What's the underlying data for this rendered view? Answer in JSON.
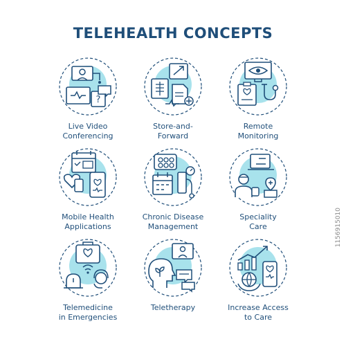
{
  "title": "TELEHEALTH CONCEPTS",
  "watermark_id": "1156915010",
  "colors": {
    "stroke": "#1f4e79",
    "fill": "#a8e2ec"
  },
  "items": [
    {
      "label": "Live Video\nConferencing",
      "icon": "live-video-conferencing-icon"
    },
    {
      "label": "Store-and-\nForward",
      "icon": "store-and-forward-icon"
    },
    {
      "label": "Remote\nMonitoring",
      "icon": "remote-monitoring-icon"
    },
    {
      "label": "Mobile Health\nApplications",
      "icon": "mobile-health-applications-icon"
    },
    {
      "label": "Chronic Disease\nManagement",
      "icon": "chronic-disease-management-icon"
    },
    {
      "label": "Speciality\nCare",
      "icon": "speciality-care-icon"
    },
    {
      "label": "Telemedicine\nin Emergencies",
      "icon": "telemedicine-emergencies-icon"
    },
    {
      "label": "Teletherapy",
      "icon": "teletherapy-icon"
    },
    {
      "label": "Increase Access\nto Care",
      "icon": "increase-access-icon"
    }
  ]
}
